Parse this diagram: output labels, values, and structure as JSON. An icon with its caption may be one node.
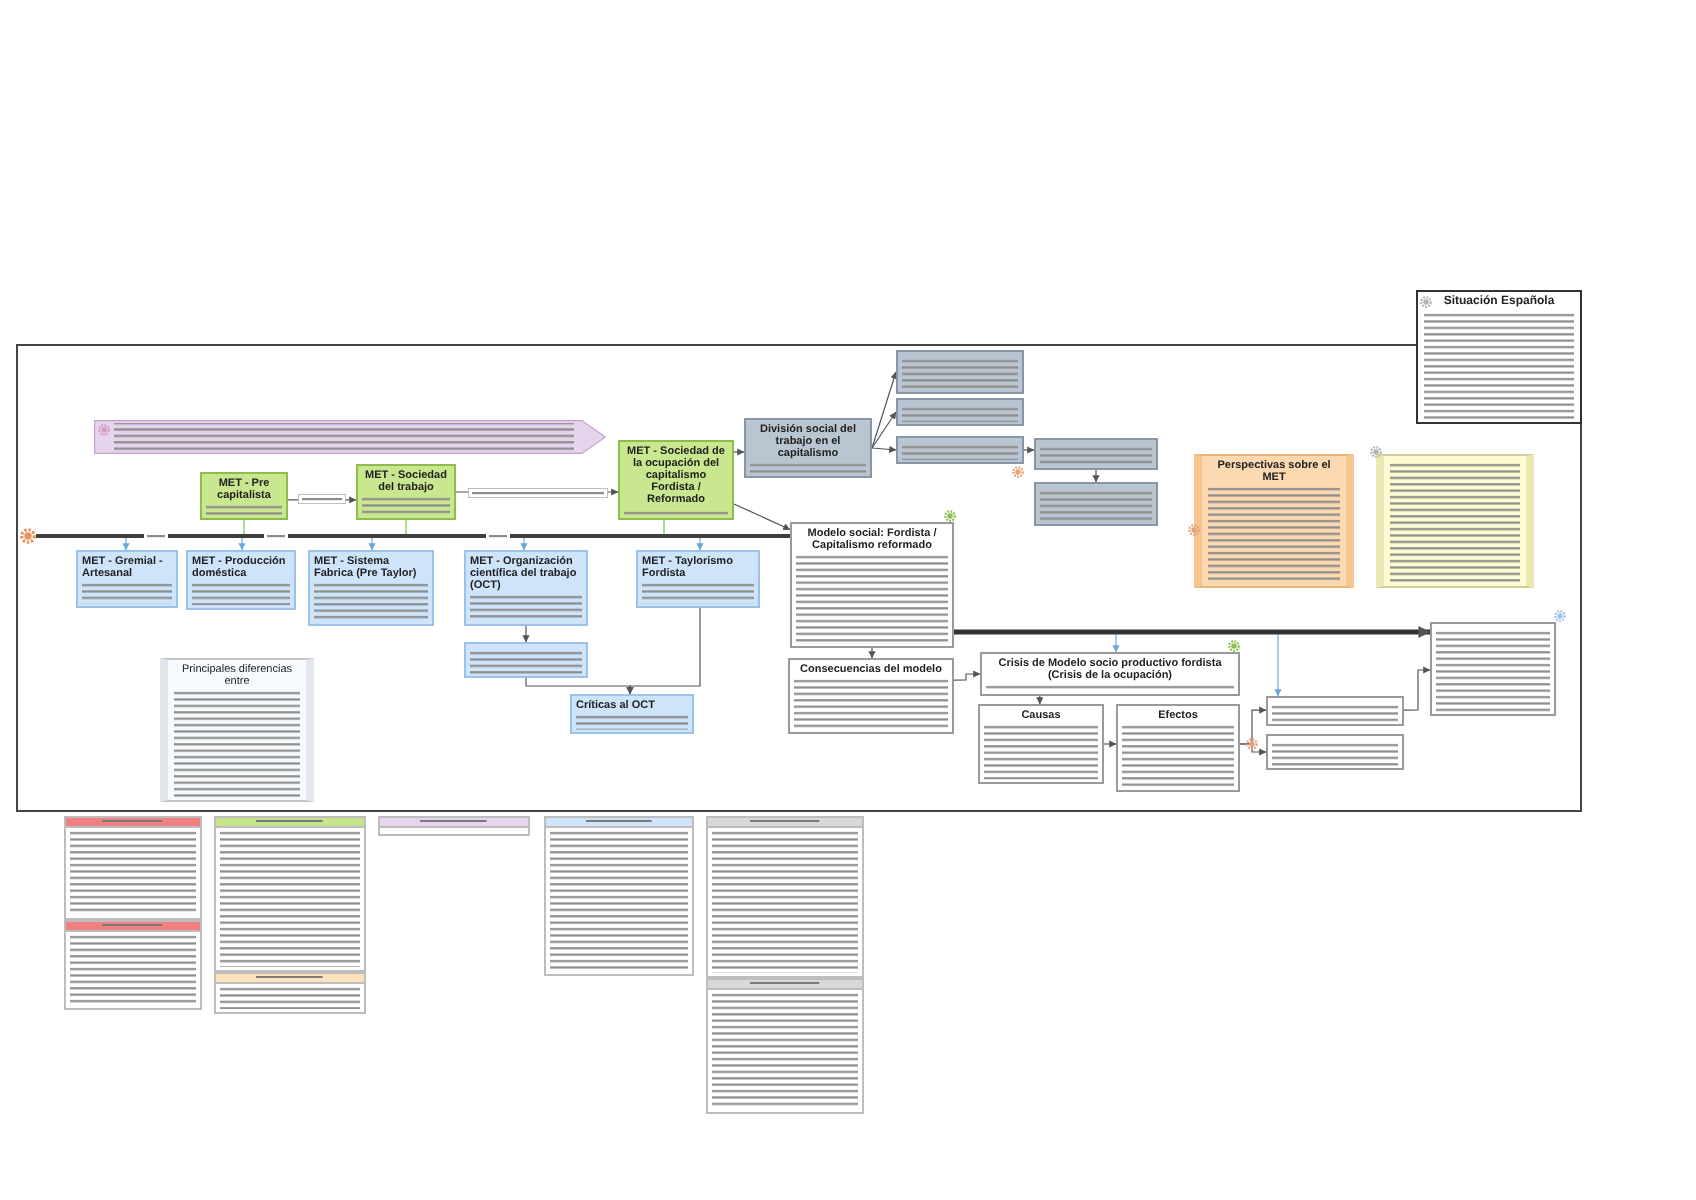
{
  "diagram": {
    "nodes": [
      {
        "text": [],
        "shape": "pentagon"
      },
      {
        "text": [
          "MET - Pre capitalista"
        ]
      },
      {
        "text": [
          "MET - Sociedad del trabajo"
        ]
      },
      {
        "text": [
          "MET - Sociedad de la ocupación del capitalismo Fordista / Reformado"
        ]
      },
      {
        "text": [
          "División social del trabajo en el capitalismo"
        ]
      },
      {
        "text": [],
        "shape": "box"
      },
      {
        "text": [],
        "shape": "box"
      },
      {
        "text": [],
        "shape": "box"
      },
      {
        "text": [],
        "shape": "box"
      },
      {
        "text": [],
        "shape": "box"
      },
      {
        "text": [],
        "shape": "circle"
      },
      {
        "text": [
          "MET - Gremial - Artesanal"
        ]
      },
      {
        "text": [
          "MET - Producción doméstica"
        ]
      },
      {
        "text": [
          "MET - Sistema Fabrica (Pre Taylor)"
        ]
      },
      {
        "text": [
          "MET - Organización científica del trabajo (OCT)"
        ]
      },
      {
        "text": [],
        "shape": "box"
      },
      {
        "text": [
          "MET - Taylorismo Fordista"
        ]
      },
      {
        "text": [
          "Críticas al OCT"
        ]
      },
      {
        "text": [
          "Principales diferencias entre"
        ]
      },
      {
        "text": [
          "Modelo social: Fordista / Capitalismo reformado"
        ]
      },
      {
        "text": [
          "Consecuencias del modelo"
        ]
      },
      {
        "text": [
          "Crisis de Modelo socio productivo fordista (Crisis de la ocupación)"
        ]
      },
      {
        "text": [
          "Causas"
        ]
      },
      {
        "text": [
          "Efectos"
        ]
      },
      {
        "text": [],
        "shape": "box"
      },
      {
        "text": [],
        "shape": "box"
      },
      {
        "text": [],
        "shape": "box"
      },
      {
        "text": [
          "Perspectivas sobre el MET"
        ]
      },
      {
        "text": [],
        "shape": "box"
      },
      {
        "text": [
          "Situación Española"
        ]
      },
      {
        "text": [],
        "shape": "box"
      },
      {
        "text": [],
        "shape": "box"
      },
      {
        "text": [],
        "shape": "box"
      },
      {
        "text": [],
        "shape": "box"
      },
      {
        "text": [],
        "shape": "box"
      },
      {
        "text": [],
        "shape": "box"
      },
      {
        "text": [],
        "shape": "box"
      },
      {
        "text": [],
        "shape": "box"
      },
      {
        "text": [],
        "shape": "bar"
      }
    ],
    "edges": [
      {
        "from": 1,
        "to": 2,
        "arrow": "to"
      },
      {
        "from": 2,
        "to": 3,
        "arrow": "to"
      },
      {
        "from": 3,
        "to": 4,
        "arrow": "to"
      },
      {
        "from": 3,
        "to": 19,
        "arrow": "to"
      },
      {
        "from": 4,
        "to": 5,
        "arrow": "to"
      },
      {
        "from": 4,
        "to": 6,
        "arrow": "to"
      },
      {
        "from": 4,
        "to": 7,
        "arrow": "to"
      },
      {
        "from": 7,
        "to": 8,
        "arrow": "to"
      },
      {
        "from": 8,
        "to": 9,
        "arrow": "to"
      },
      {
        "from": 38,
        "to": 11,
        "arrow": "to",
        "color": "#6fa8dc"
      },
      {
        "from": 38,
        "to": 12,
        "arrow": "to",
        "color": "#6fa8dc"
      },
      {
        "from": 38,
        "to": 13,
        "arrow": "to",
        "color": "#6fa8dc"
      },
      {
        "from": 38,
        "to": 14,
        "arrow": "to",
        "color": "#6fa8dc"
      },
      {
        "from": 38,
        "to": 16,
        "arrow": "to",
        "color": "#6fa8dc"
      },
      {
        "from": 1,
        "to": 38,
        "arrow": "none",
        "color": "#7ac143"
      },
      {
        "from": 2,
        "to": 38,
        "arrow": "none",
        "color": "#7ac143"
      },
      {
        "from": 3,
        "to": 38,
        "arrow": "none",
        "color": "#7ac143"
      },
      {
        "from": 14,
        "to": 15,
        "arrow": "to"
      },
      {
        "from": 15,
        "to": 17,
        "arrow": "to"
      },
      {
        "from": 16,
        "to": 17,
        "arrow": "to"
      },
      {
        "from": 19,
        "to": 20,
        "arrow": "to"
      },
      {
        "from": 20,
        "to": 21,
        "arrow": "to"
      },
      {
        "from": 21,
        "to": 22,
        "arrow": "to"
      },
      {
        "from": 22,
        "to": 23,
        "arrow": "to"
      },
      {
        "from": 23,
        "to": 24,
        "arrow": "to"
      },
      {
        "from": 23,
        "to": 25,
        "arrow": "to"
      },
      {
        "from": 24,
        "to": 26,
        "arrow": "to"
      },
      {
        "from": null,
        "to": 21,
        "arrow": "to",
        "color": "#6fa8dc"
      },
      {
        "from": null,
        "to": 24,
        "arrow": "to",
        "color": "#6fa8dc"
      },
      {
        "from": 19,
        "to": 26,
        "arrow": "to",
        "style": "thick"
      }
    ]
  }
}
